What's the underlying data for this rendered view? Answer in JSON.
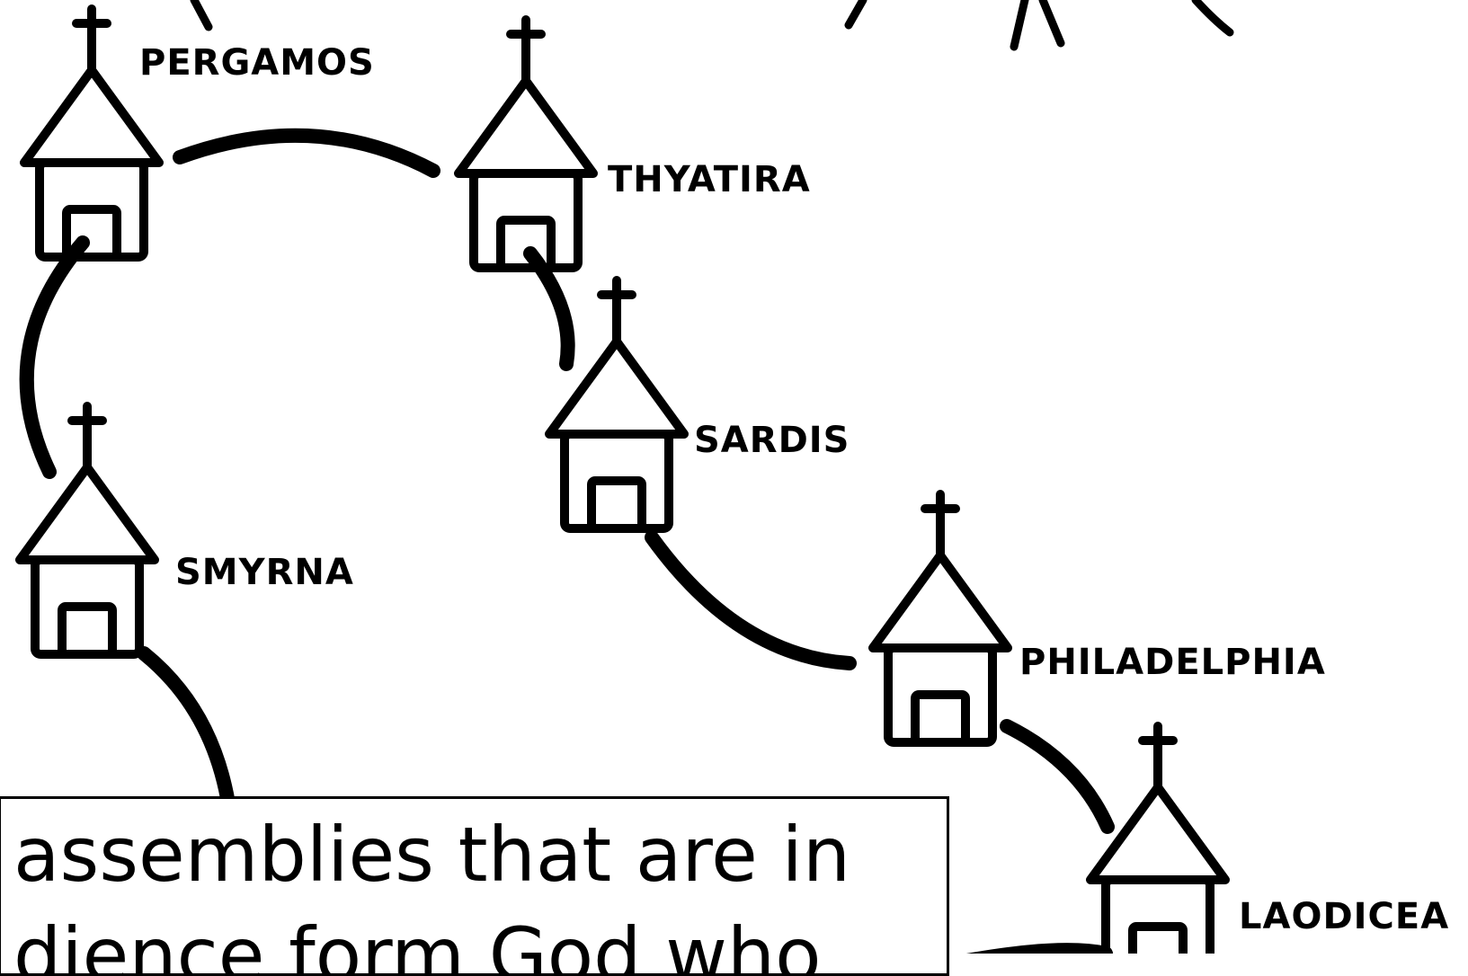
{
  "colors": {
    "ink": "#000000",
    "paper": "#ffffff"
  },
  "churches": [
    {
      "id": "pergamos",
      "label": "PERGAMOS",
      "icon": "church-icon"
    },
    {
      "id": "thyatira",
      "label": "THYATIRA",
      "icon": "church-icon"
    },
    {
      "id": "sardis",
      "label": "SARDIS",
      "icon": "church-icon"
    },
    {
      "id": "smyrna",
      "label": "SMYRNA",
      "icon": "church-icon"
    },
    {
      "id": "philadelphia",
      "label": "PHILADELPHIA",
      "icon": "church-icon"
    },
    {
      "id": "laodicea",
      "label": "LAODICEA",
      "icon": "church-icon"
    }
  ],
  "connections": [
    [
      "pergamos",
      "thyatira"
    ],
    [
      "pergamos",
      "smyrna"
    ],
    [
      "thyatira",
      "sardis"
    ],
    [
      "sardis",
      "philadelphia"
    ],
    [
      "philadelphia",
      "laodicea"
    ]
  ],
  "caption": {
    "line1": "assemblies that are in",
    "line2": "dience form God who"
  }
}
